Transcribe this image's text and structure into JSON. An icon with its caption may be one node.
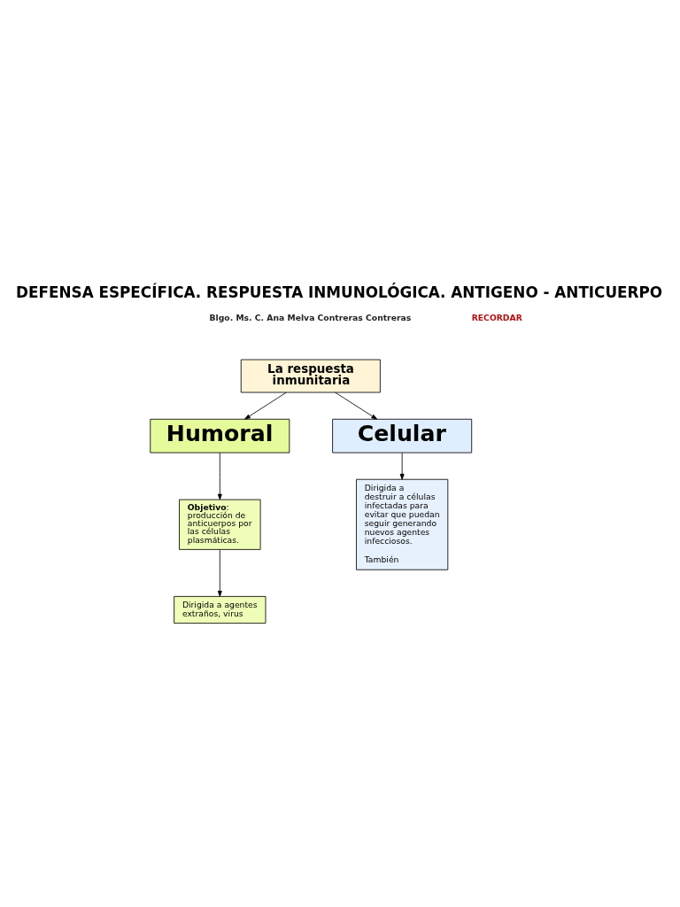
{
  "diagram": {
    "title": "DEFENSA ESPECÍFICA. RESPUESTA INMUNOLÓGICA. ANTIGENO - ANTICUERPO",
    "nodes": [
      {
        "text": [
          "La respuesta inmunitaria"
        ]
      },
      {
        "text": [
          "Humoral"
        ]
      },
      {
        "text": [
          "Celular"
        ]
      },
      {
        "text": [
          "**Objetivo**: producción de anticuerpos por las células plasmáticas."
        ]
      },
      {
        "text": [
          "Dirigida a agentes extraños, virus"
        ]
      },
      {
        "text": [
          "Dirigida a destruir a células infectadas para evitar que puedan seguir generando nuevos agentes infecciosos.",
          "También"
        ]
      }
    ],
    "edges": [
      {
        "from": 0,
        "to": 1,
        "arrow": "to"
      },
      {
        "from": 0,
        "to": 2,
        "arrow": "to"
      },
      {
        "from": 1,
        "to": 3,
        "arrow": "to"
      },
      {
        "from": 3,
        "to": 4,
        "arrow": "to"
      },
      {
        "from": 2,
        "to": 5,
        "arrow": "to"
      }
    ],
    "labels": [
      "Blgo. Ms. C. Ana Melva Contreras Contreras",
      "RECORDAR"
    ]
  }
}
